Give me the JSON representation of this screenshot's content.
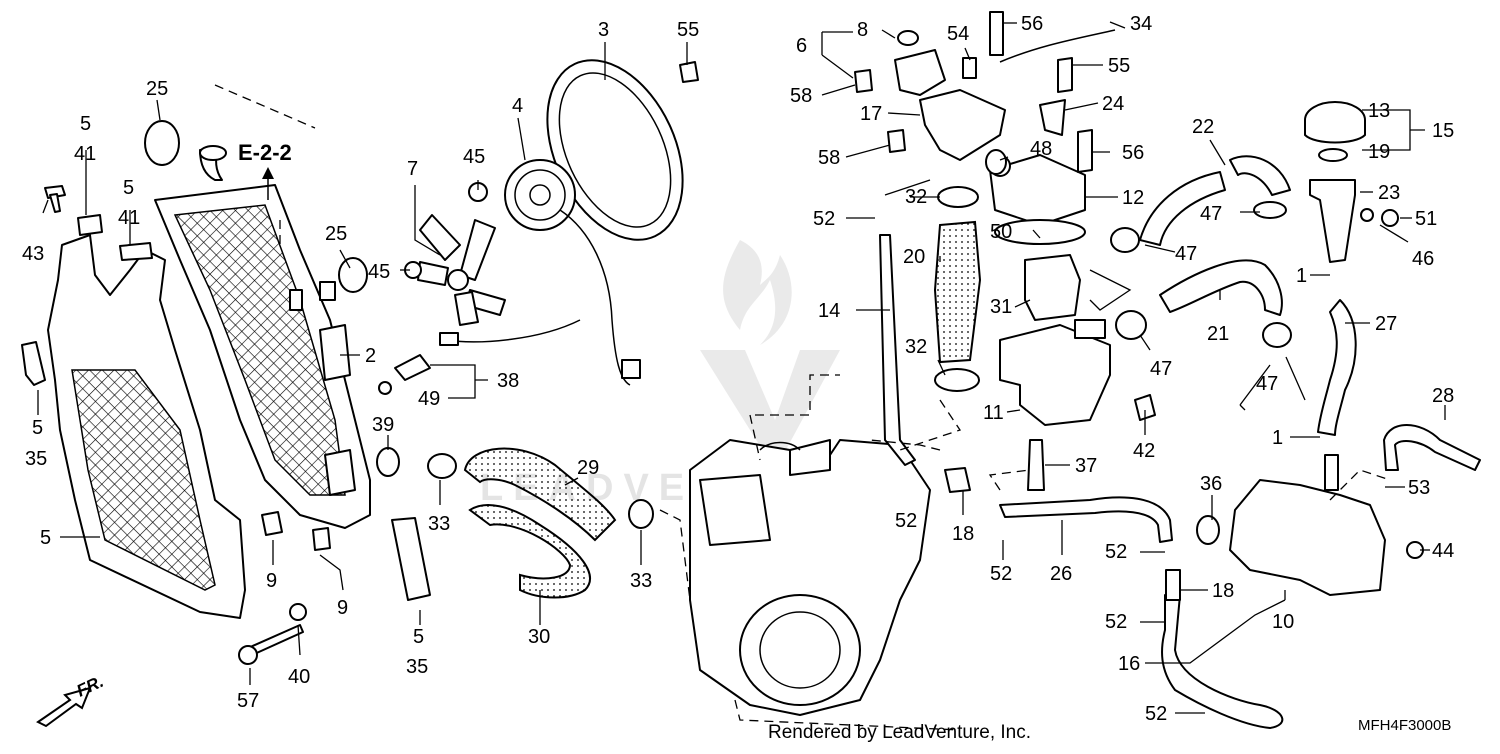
{
  "diagram": {
    "code": "MFH4F3000B",
    "credit": "Rendered by LeadVenture, Inc.",
    "ref": "E-2-2",
    "front_marker": "FR.",
    "callouts": [
      {
        "id": "c3",
        "text": "3"
      },
      {
        "id": "c55a",
        "text": "55"
      },
      {
        "id": "c4",
        "text": "4"
      },
      {
        "id": "c25a",
        "text": "25"
      },
      {
        "id": "c5a",
        "text": "5"
      },
      {
        "id": "c41a",
        "text": "41"
      },
      {
        "id": "c5b",
        "text": "5"
      },
      {
        "id": "c41b",
        "text": "41"
      },
      {
        "id": "c43",
        "text": "43"
      },
      {
        "id": "c25b",
        "text": "25"
      },
      {
        "id": "c45a",
        "text": "45"
      },
      {
        "id": "c7",
        "text": "7"
      },
      {
        "id": "c45b",
        "text": "45"
      },
      {
        "id": "c2",
        "text": "2"
      },
      {
        "id": "c38",
        "text": "38"
      },
      {
        "id": "c49",
        "text": "49"
      },
      {
        "id": "c5c",
        "text": "5"
      },
      {
        "id": "c35a",
        "text": "35"
      },
      {
        "id": "c39",
        "text": "39"
      },
      {
        "id": "c29",
        "text": "29"
      },
      {
        "id": "c33a",
        "text": "33"
      },
      {
        "id": "c33b",
        "text": "33"
      },
      {
        "id": "c5d",
        "text": "5"
      },
      {
        "id": "c9a",
        "text": "9"
      },
      {
        "id": "c9b",
        "text": "9"
      },
      {
        "id": "c30",
        "text": "30"
      },
      {
        "id": "c5e",
        "text": "5"
      },
      {
        "id": "c35b",
        "text": "35"
      },
      {
        "id": "c40",
        "text": "40"
      },
      {
        "id": "c57",
        "text": "57"
      },
      {
        "id": "c6",
        "text": "6"
      },
      {
        "id": "c8",
        "text": "8"
      },
      {
        "id": "c54",
        "text": "54"
      },
      {
        "id": "c56a",
        "text": "56"
      },
      {
        "id": "c34",
        "text": "34"
      },
      {
        "id": "c55b",
        "text": "55"
      },
      {
        "id": "c58a",
        "text": "58"
      },
      {
        "id": "c17",
        "text": "17"
      },
      {
        "id": "c24",
        "text": "24"
      },
      {
        "id": "c58b",
        "text": "58"
      },
      {
        "id": "c48",
        "text": "48"
      },
      {
        "id": "c56b",
        "text": "56"
      },
      {
        "id": "c52a",
        "text": "52"
      },
      {
        "id": "c32a",
        "text": "32"
      },
      {
        "id": "c12",
        "text": "12"
      },
      {
        "id": "c20",
        "text": "20"
      },
      {
        "id": "c50",
        "text": "50"
      },
      {
        "id": "c14",
        "text": "14"
      },
      {
        "id": "c31",
        "text": "31"
      },
      {
        "id": "c32b",
        "text": "32"
      },
      {
        "id": "c11",
        "text": "11"
      },
      {
        "id": "c22",
        "text": "22"
      },
      {
        "id": "c47a",
        "text": "47"
      },
      {
        "id": "c47b",
        "text": "47"
      },
      {
        "id": "c21",
        "text": "21"
      },
      {
        "id": "c47c",
        "text": "47"
      },
      {
        "id": "c47d",
        "text": "47"
      },
      {
        "id": "c42",
        "text": "42"
      },
      {
        "id": "c37",
        "text": "37"
      },
      {
        "id": "c52b",
        "text": "52"
      },
      {
        "id": "c18a",
        "text": "18"
      },
      {
        "id": "c52c",
        "text": "52"
      },
      {
        "id": "c26",
        "text": "26"
      },
      {
        "id": "c36",
        "text": "36"
      },
      {
        "id": "c52d",
        "text": "52"
      },
      {
        "id": "c18b",
        "text": "18"
      },
      {
        "id": "c52e",
        "text": "52"
      },
      {
        "id": "c16",
        "text": "16"
      },
      {
        "id": "c52f",
        "text": "52"
      },
      {
        "id": "c13",
        "text": "13"
      },
      {
        "id": "c15",
        "text": "15"
      },
      {
        "id": "c19",
        "text": "19"
      },
      {
        "id": "c23",
        "text": "23"
      },
      {
        "id": "c51",
        "text": "51"
      },
      {
        "id": "c46",
        "text": "46"
      },
      {
        "id": "c1a",
        "text": "1"
      },
      {
        "id": "c27",
        "text": "27"
      },
      {
        "id": "c28",
        "text": "28"
      },
      {
        "id": "c1b",
        "text": "1"
      },
      {
        "id": "c53",
        "text": "53"
      },
      {
        "id": "c44",
        "text": "44"
      },
      {
        "id": "c10",
        "text": "10"
      }
    ]
  }
}
